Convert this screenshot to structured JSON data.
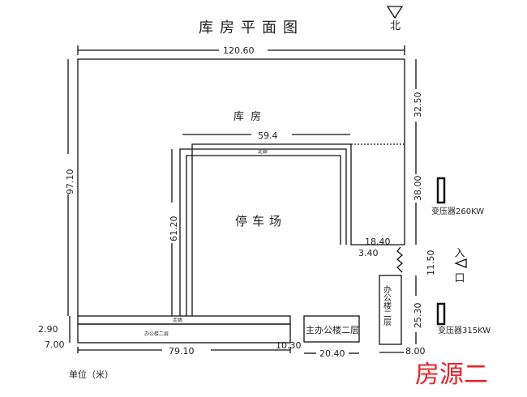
{
  "title": "库房平面图",
  "north_label": "北",
  "labels": {
    "warehouse": "库房",
    "parking": "停车场",
    "office_2f": "主办公楼二层",
    "office_tower": "办公楼二层",
    "corridor_top": "走廊",
    "corridor_bottom": "走廊",
    "office_bottom": "办公楼二层",
    "entrance": "入口",
    "unit": "单位（米）",
    "source": "房源二"
  },
  "transformers": [
    {
      "label": "变压器260KW"
    },
    {
      "label": "变压器315KW"
    }
  ],
  "dims": {
    "top": "120.60",
    "right1": "32.50",
    "inner_width": "59.4",
    "right2": "38.00",
    "left_height": "97.10",
    "inner_height": "61.20",
    "d1840": "18.40",
    "d340": "3.40",
    "d1150": "11.50",
    "d2530": "25.30",
    "d290": "2.90",
    "d700": "7.00",
    "d7910": "79.10",
    "d1030": "10.30",
    "d2040": "20.40",
    "d800": "8.00"
  },
  "colors": {
    "stamp": "#e8202a"
  }
}
